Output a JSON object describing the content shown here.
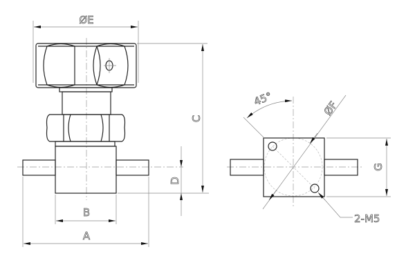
{
  "labels": {
    "diameter_e": "ØE",
    "c": "C",
    "d": "D",
    "b": "B",
    "a": "A",
    "angle": "45°",
    "diameter_f": "ØF",
    "g": "G",
    "holes": "2-M5"
  },
  "colors": {
    "line": "#222222",
    "dimension": "#888888"
  }
}
